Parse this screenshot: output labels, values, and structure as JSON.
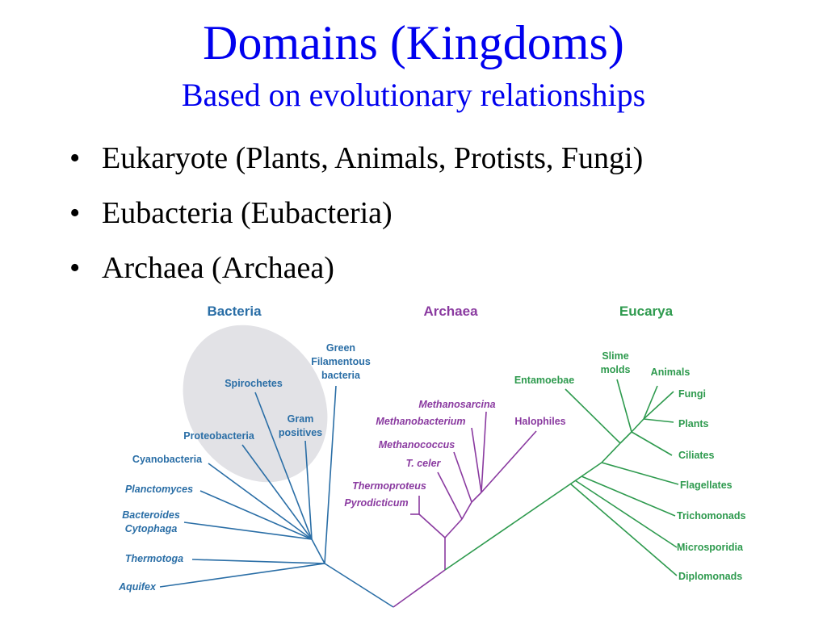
{
  "slide": {
    "title": "Domains (Kingdoms)",
    "subtitle": "Based on evolutionary relationships",
    "bullets": [
      "Eukaryote (Plants, Animals, Protists, Fungi)",
      "Eubacteria (Eubacteria)",
      "Archaea (Archaea)"
    ],
    "bullet_glyph": "•"
  },
  "tree": {
    "colors": {
      "bacteria": "#2a6ea6",
      "archaea": "#8a3aa0",
      "eucarya": "#2e9a4e",
      "ellipse": "#e2e2e6"
    },
    "headers": {
      "bacteria": "Bacteria",
      "archaea": "Archaea",
      "eucarya": "Eucarya"
    },
    "bacteria": {
      "green1": "Green",
      "green2": "Filamentous",
      "green3": "bacteria",
      "spirochetes": "Spirochetes",
      "gram1": "Gram",
      "gram2": "positives",
      "proteobacteria": "Proteobacteria",
      "cyanobacteria": "Cyanobacteria",
      "planctomyces": "Planctomyces",
      "bacteroides1": "Bacteroides",
      "bacteroides2": "Cytophaga",
      "thermotoga": "Thermotoga",
      "aquifex": "Aquifex"
    },
    "archaea": {
      "methanosarcina": "Methanosarcina",
      "methanobacterium": "Methanobacterium",
      "halophiles": "Halophiles",
      "methanococcus": "Methanococcus",
      "tceler": "T. celer",
      "thermoproteus": "Thermoproteus",
      "pyrodicticum": "Pyrodicticum"
    },
    "eucarya": {
      "entamoebae": "Entamoebae",
      "slime1": "Slime",
      "slime2": "molds",
      "animals": "Animals",
      "fungi": "Fungi",
      "plants": "Plants",
      "ciliates": "Ciliates",
      "flagellates": "Flagellates",
      "trichomonads": "Trichomonads",
      "microsporidia": "Microsporidia",
      "diplomonads": "Diplomonads"
    }
  }
}
